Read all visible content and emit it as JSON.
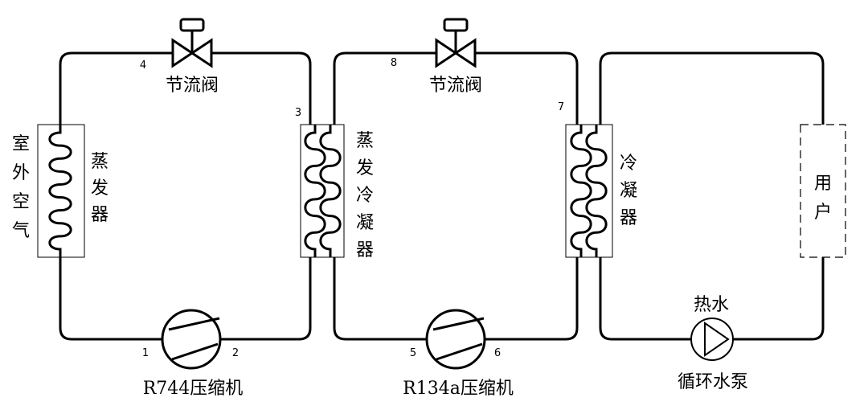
{
  "loop1": {
    "expansion_valve": "节流阀",
    "evaporator": "蒸发器",
    "outdoor_air": "室外空气",
    "compressor": "R744压缩机",
    "points": [
      "1",
      "2",
      "3",
      "4"
    ]
  },
  "loop2": {
    "expansion_valve": "节流阀",
    "evap_condenser": "蒸发冷凝器",
    "compressor": "R134a压缩机",
    "points": [
      "5",
      "6",
      "7",
      "8"
    ]
  },
  "loop3": {
    "condenser": "冷凝器",
    "user": "用户",
    "hot_water": "热水",
    "pump": "循环水泵"
  }
}
